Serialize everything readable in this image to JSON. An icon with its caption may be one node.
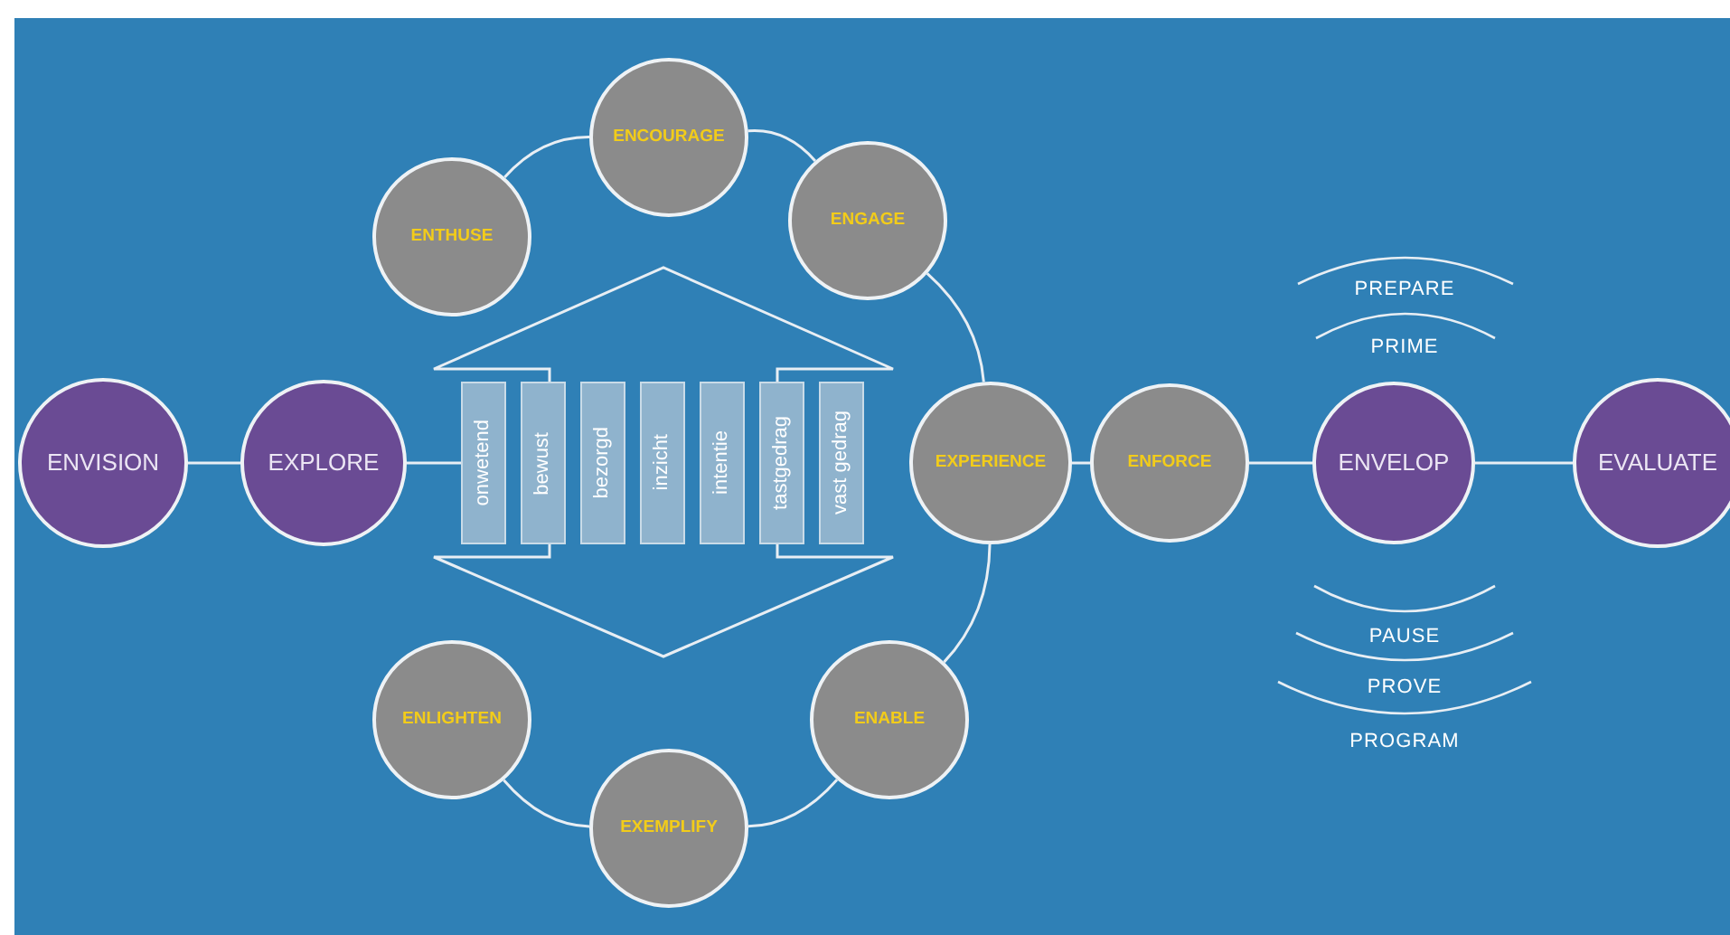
{
  "diagram": {
    "nodes": [
      {
        "text": [
          "ENVISION"
        ]
      },
      {
        "text": [
          "EXPLORE"
        ]
      },
      {
        "text": [
          "onwetend"
        ]
      },
      {
        "text": [
          "bewust"
        ]
      },
      {
        "text": [
          "bezorgd"
        ]
      },
      {
        "text": [
          "inzicht"
        ]
      },
      {
        "text": [
          "intentie"
        ]
      },
      {
        "text": [
          "tastgedrag"
        ]
      },
      {
        "text": [
          "vast gedrag"
        ]
      },
      {
        "text": [
          "EXPERIENCE"
        ]
      },
      {
        "text": [
          "ENFORCE"
        ]
      },
      {
        "text": [
          "ENVELOP"
        ]
      },
      {
        "text": [
          "EVALUATE"
        ]
      },
      {
        "text": [
          "ENCOURAGE"
        ]
      },
      {
        "text": [
          "ENTHUSE"
        ]
      },
      {
        "text": [
          "ENGAGE"
        ]
      },
      {
        "text": [
          "ENLIGHTEN"
        ]
      },
      {
        "text": [
          "EXEMPLIFY"
        ]
      },
      {
        "text": [
          "ENABLE"
        ]
      }
    ],
    "edges": [
      {
        "from": 0,
        "to": 1,
        "arrow": "none"
      },
      {
        "from": 1,
        "to": 2,
        "arrow": "none"
      },
      {
        "from": 14,
        "to": 13,
        "arrow": "none"
      },
      {
        "from": 13,
        "to": 15,
        "arrow": "none"
      },
      {
        "from": 15,
        "to": 9,
        "arrow": "none"
      },
      {
        "from": 9,
        "to": 18,
        "arrow": "none"
      },
      {
        "from": 18,
        "to": 17,
        "arrow": "none"
      },
      {
        "from": 17,
        "to": 16,
        "arrow": "none"
      },
      {
        "from": 9,
        "to": 10,
        "arrow": "none"
      },
      {
        "from": 10,
        "to": 11,
        "arrow": "none"
      },
      {
        "from": 11,
        "to": 12,
        "arrow": "none"
      }
    ],
    "labels": [
      "PREPARE",
      "PRIME",
      "PAUSE",
      "PROVE",
      "PROGRAM"
    ]
  }
}
